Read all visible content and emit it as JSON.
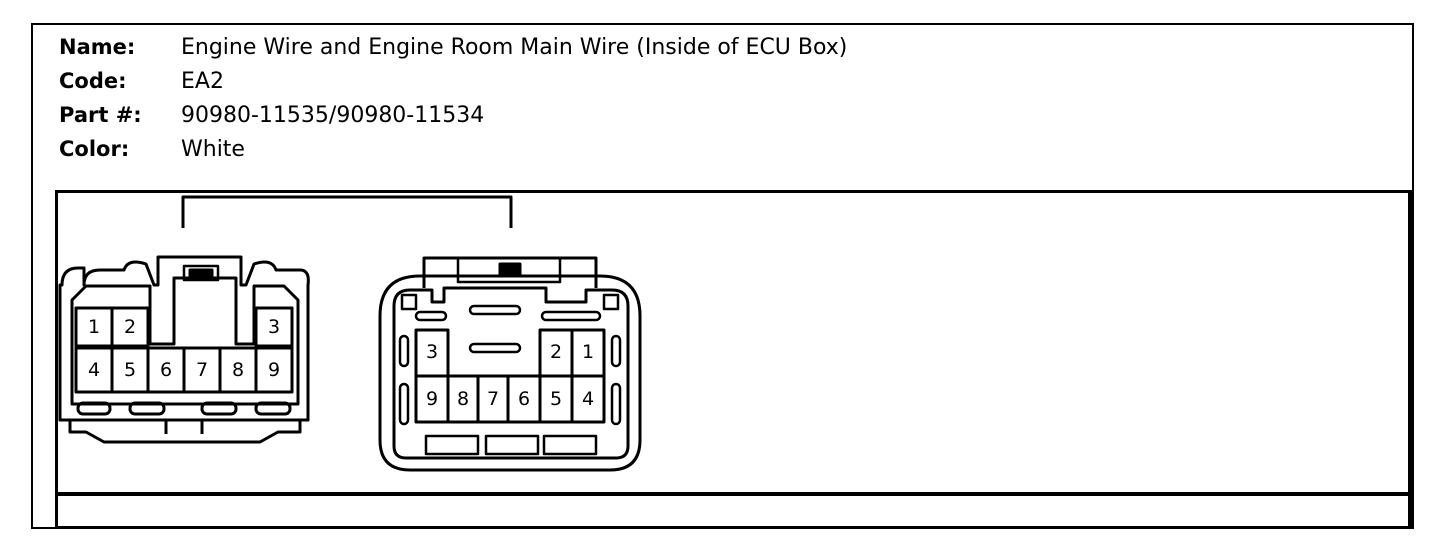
{
  "info": {
    "name_label": "Name:",
    "name_value": "Engine Wire and Engine Room Main Wire (Inside of ECU Box)",
    "code_label": "Code:",
    "code_value": "EA2",
    "part_label": "Part #:",
    "part_value": "90980-11535/90980-11534",
    "color_label": "Color:",
    "color_value": "White"
  },
  "connector_left": {
    "top_row": [
      "1",
      "2",
      "3"
    ],
    "bottom_row": [
      "4",
      "5",
      "6",
      "7",
      "8",
      "9"
    ]
  },
  "connector_right": {
    "top_row": [
      "3",
      "2",
      "1"
    ],
    "bottom_row": [
      "9",
      "8",
      "7",
      "6",
      "5",
      "4"
    ]
  }
}
